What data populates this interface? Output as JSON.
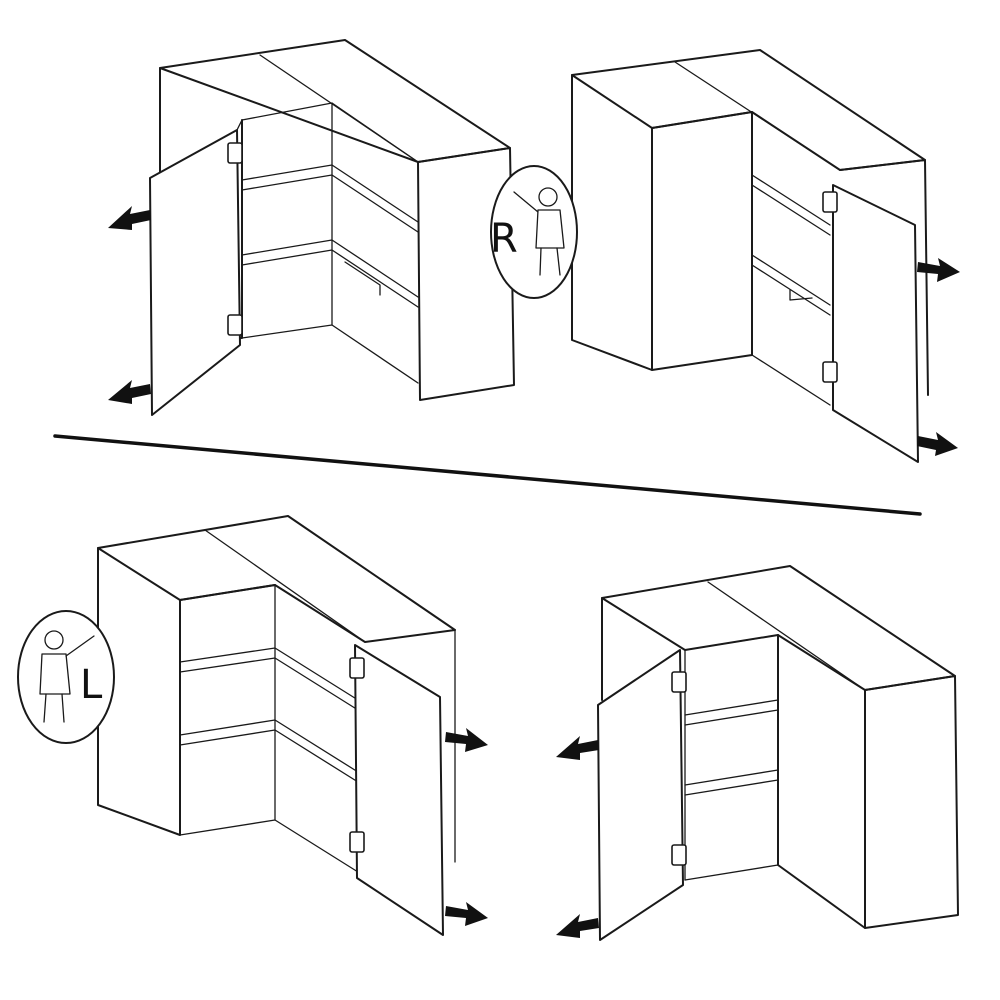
{
  "badges": {
    "right": {
      "letter": "R",
      "icon": "person-waving-right-icon"
    },
    "left": {
      "letter": "L",
      "icon": "person-waving-left-icon"
    }
  },
  "panels": [
    {
      "name": "top-left-cabinet",
      "door_side": "left",
      "open": true
    },
    {
      "name": "top-right-cabinet",
      "door_side": "right",
      "open": true
    },
    {
      "name": "bottom-left-cabinet",
      "door_side": "right",
      "open": true
    },
    {
      "name": "bottom-right-cabinet",
      "door_side": "left",
      "open": true
    }
  ],
  "colors": {
    "line": "#1a1a1a",
    "arrow": "#111111",
    "background": "#ffffff"
  }
}
